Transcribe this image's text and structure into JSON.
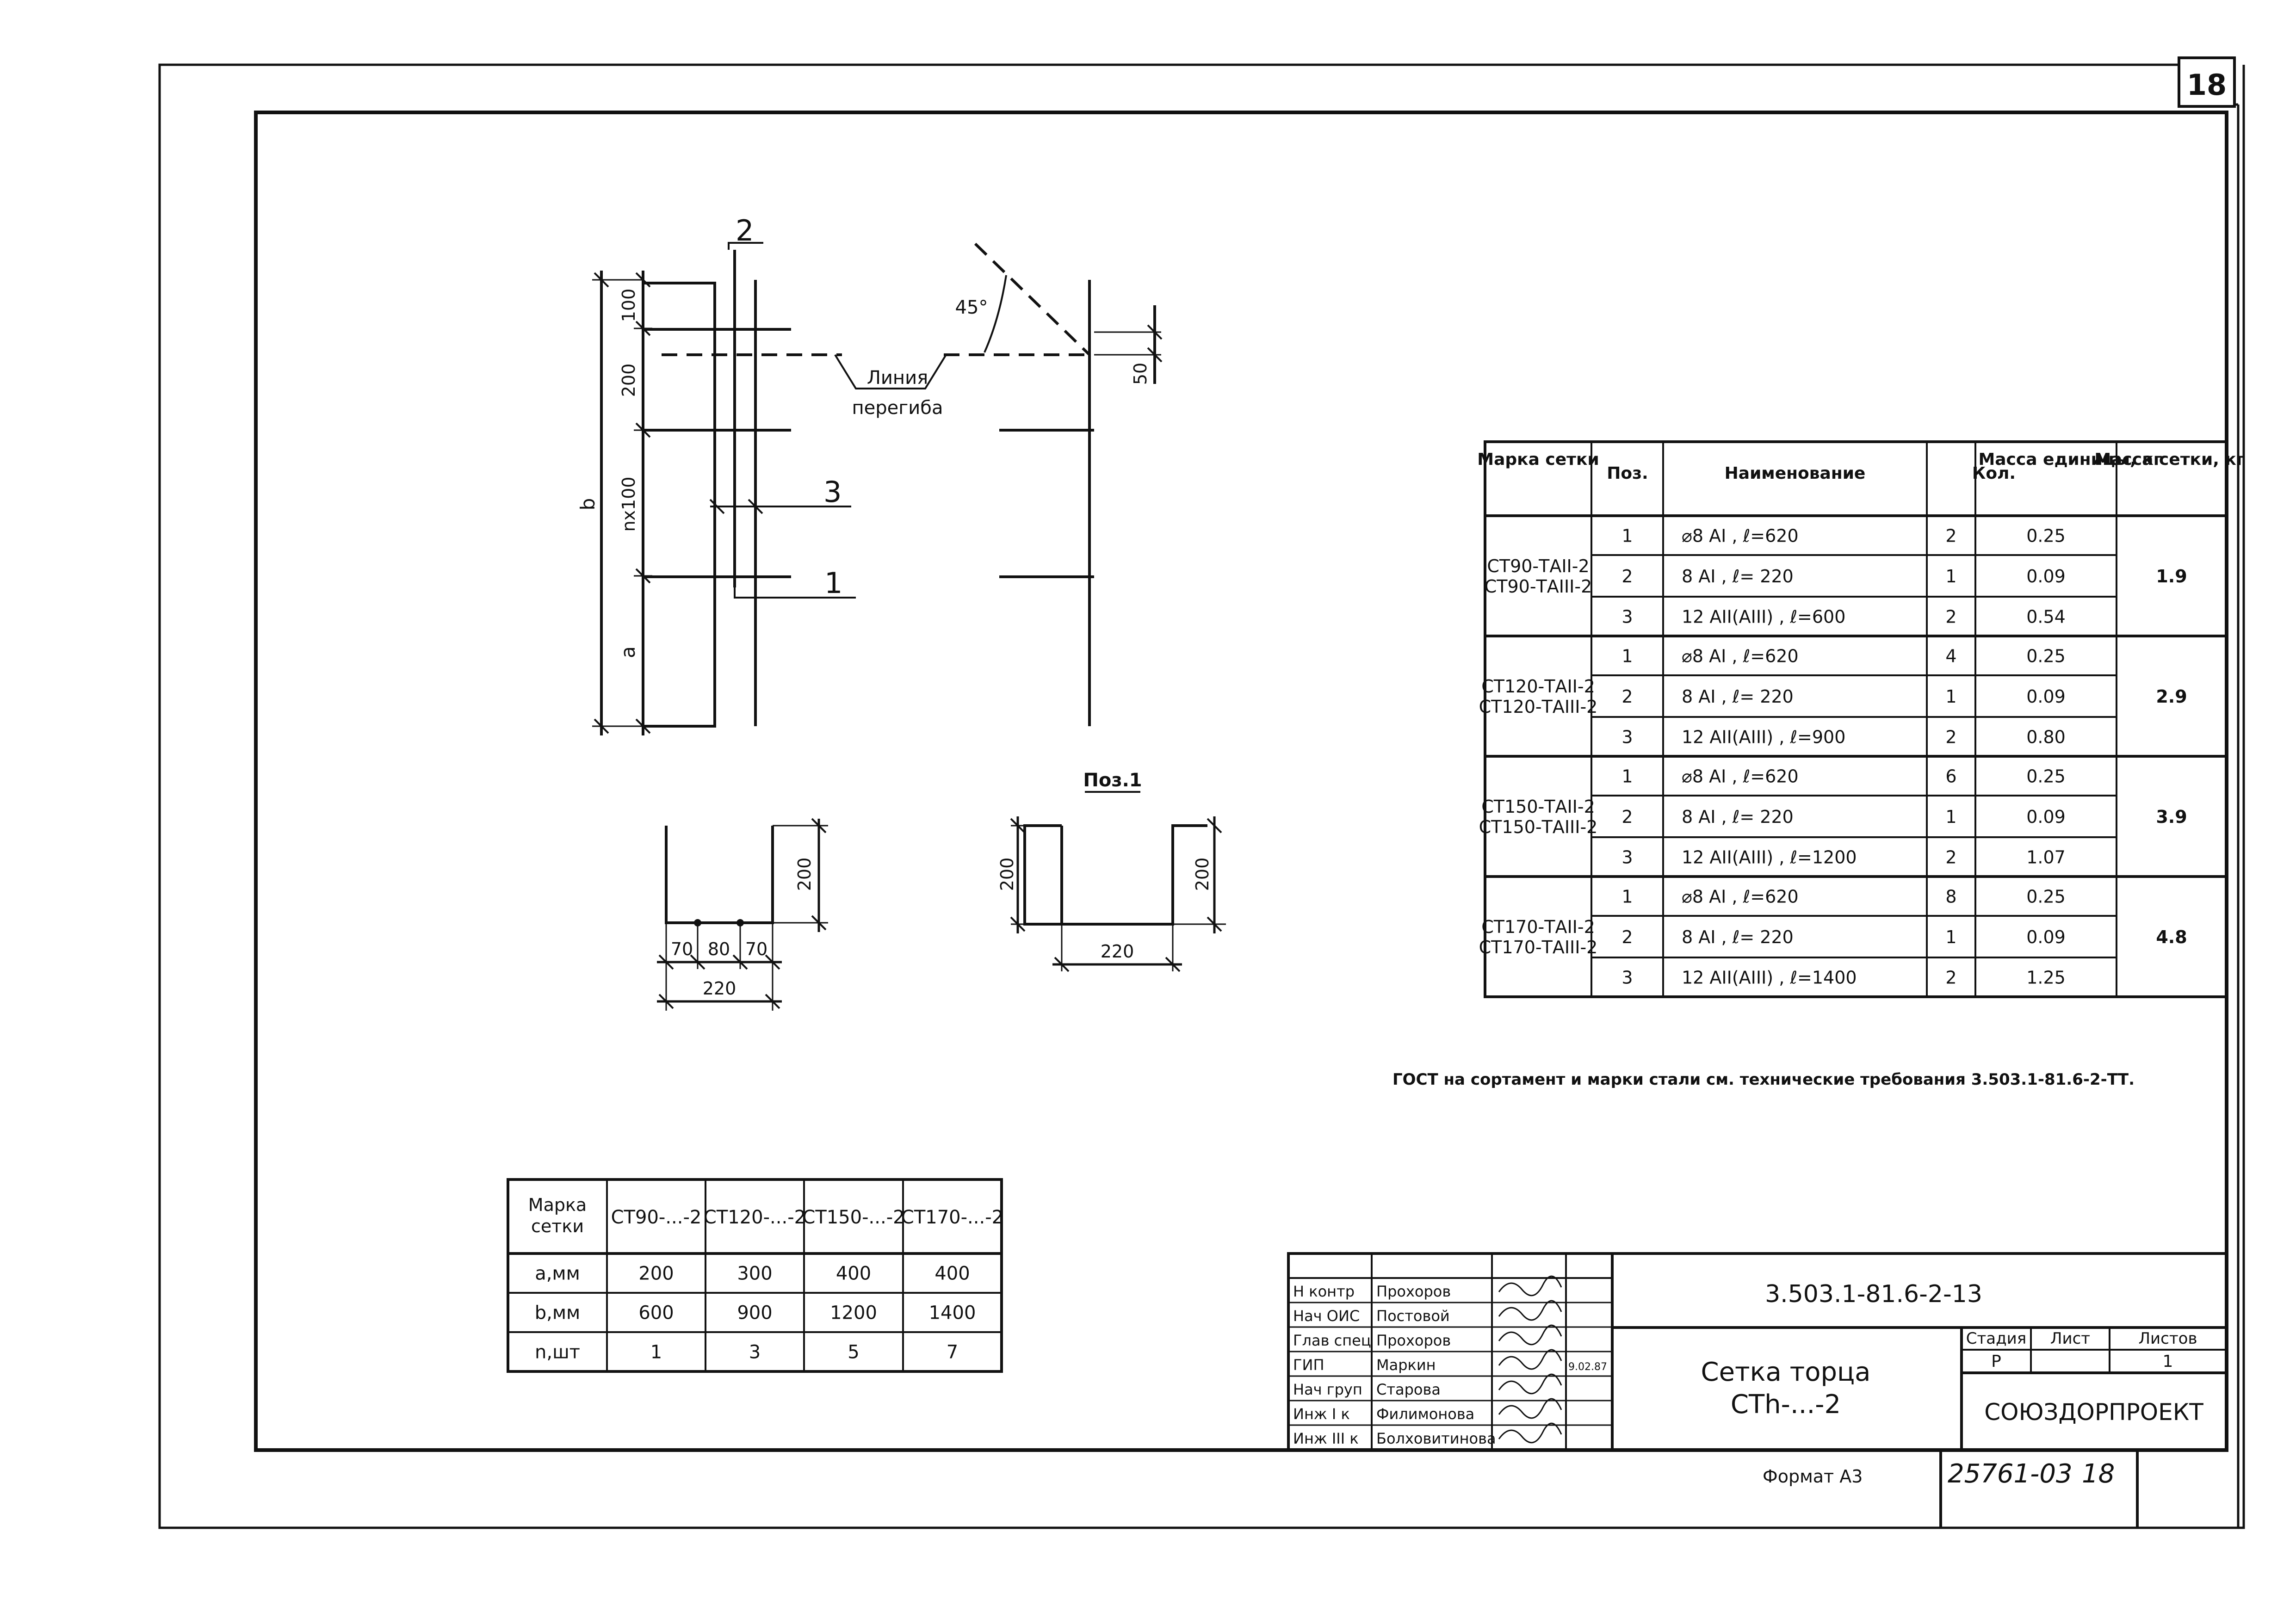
{
  "sheet_number": "18",
  "drawing": {
    "dims": {
      "d100": "100",
      "d200": "200",
      "nx100": "nx100",
      "a": "a",
      "b": "b",
      "d50": "50",
      "angle": "45°"
    },
    "bend_line": [
      "Линия",
      "перегиба"
    ],
    "pos_labels": {
      "p1": "1",
      "p2": "2",
      "p3": "3"
    },
    "detail_left": {
      "h": "200",
      "d70a": "70",
      "d80": "80",
      "d70b": "70",
      "w": "220"
    },
    "detail_pos1": {
      "title": "Поз.1",
      "h_left": "200",
      "h_right": "200",
      "w": "220"
    }
  },
  "spec_table": {
    "headers": [
      "Марка сетки",
      "Поз.",
      "Наименование",
      "Кол.",
      "Масса единицы, кг",
      "Масса сетки, кг"
    ],
    "groups": [
      {
        "marks": [
          "СТ90-ТАII-2",
          "СТ90-ТАIII-2"
        ],
        "mass": "1.9",
        "rows": [
          {
            "pos": "1",
            "name": "⌀8 AI , ℓ=620",
            "qty": "2",
            "unit": "0.25"
          },
          {
            "pos": "2",
            "name": "8 AI , ℓ= 220",
            "qty": "1",
            "unit": "0.09"
          },
          {
            "pos": "3",
            "name": "12 AII(AIII) , ℓ=600",
            "qty": "2",
            "unit": "0.54"
          }
        ]
      },
      {
        "marks": [
          "СТ120-ТАII-2",
          "СТ120-ТАIII-2"
        ],
        "mass": "2.9",
        "rows": [
          {
            "pos": "1",
            "name": "⌀8 AI , ℓ=620",
            "qty": "4",
            "unit": "0.25"
          },
          {
            "pos": "2",
            "name": "8 AI , ℓ= 220",
            "qty": "1",
            "unit": "0.09"
          },
          {
            "pos": "3",
            "name": "12 AII(AIII) , ℓ=900",
            "qty": "2",
            "unit": "0.80"
          }
        ]
      },
      {
        "marks": [
          "СТ150-ТАII-2",
          "СТ150-ТАIII-2"
        ],
        "mass": "3.9",
        "rows": [
          {
            "pos": "1",
            "name": "⌀8 AI , ℓ=620",
            "qty": "6",
            "unit": "0.25"
          },
          {
            "pos": "2",
            "name": "8 AI , ℓ= 220",
            "qty": "1",
            "unit": "0.09"
          },
          {
            "pos": "3",
            "name": "12 AII(AIII) , ℓ=1200",
            "qty": "2",
            "unit": "1.07"
          }
        ]
      },
      {
        "marks": [
          "СТ170-ТАII-2",
          "СТ170-ТАIII-2"
        ],
        "mass": "4.8",
        "rows": [
          {
            "pos": "1",
            "name": "⌀8 AI , ℓ=620",
            "qty": "8",
            "unit": "0.25"
          },
          {
            "pos": "2",
            "name": "8 AI , ℓ= 220",
            "qty": "1",
            "unit": "0.09"
          },
          {
            "pos": "3",
            "name": "12 AII(AIII) , ℓ=1400",
            "qty": "2",
            "unit": "1.25"
          }
        ]
      }
    ]
  },
  "note": "ГОСТ на сортамент и марки стали см. технические требования 3.503.1-81.6-2-ТТ.",
  "param_table": {
    "header": [
      "Марка сетки",
      "СТ90-...-2",
      "СТ120-...-2",
      "СТ150-...-2",
      "СТ170-...-2"
    ],
    "rows": [
      [
        "a,мм",
        "200",
        "300",
        "400",
        "400"
      ],
      [
        "b,мм",
        "600",
        "900",
        "1200",
        "1400"
      ],
      [
        "n,шт",
        "1",
        "3",
        "5",
        "7"
      ]
    ]
  },
  "title_block": {
    "code": "3.503.1-81.6-2-13",
    "title": [
      "Сетка торца",
      "СТh-...-2"
    ],
    "stage_label": "Стадия",
    "sheet_label": "Лист",
    "sheets_label": "Листов",
    "stage": "Р",
    "sheet": "",
    "sheets": "1",
    "org": "СОЮЗДОРПРОЕКТ",
    "signatures": [
      {
        "role": "Н контр",
        "name": "Прохоров",
        "date": ""
      },
      {
        "role": "Нач ОИС",
        "name": "Постовой",
        "date": ""
      },
      {
        "role": "Глав спец",
        "name": "Прохоров",
        "date": ""
      },
      {
        "role": "ГИП",
        "name": "Маркин",
        "date": "9.02.87"
      },
      {
        "role": "Нач груп",
        "name": "Старова",
        "date": ""
      },
      {
        "role": "Инж I к",
        "name": "Филимонова",
        "date": ""
      },
      {
        "role": "Инж III к",
        "name": "Болховитинова",
        "date": ""
      }
    ]
  },
  "format_label": "Формат А3",
  "archive_no": "25761-03",
  "archive_sheet": "18"
}
